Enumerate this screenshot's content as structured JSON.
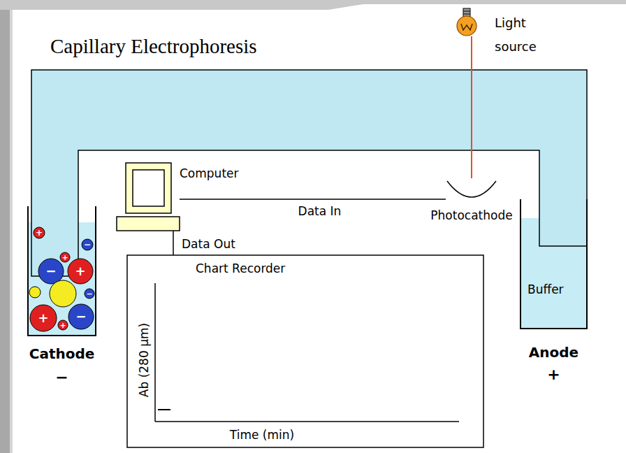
{
  "diagram": {
    "title": "Capillary Electrophoresis",
    "nodes": [
      {
        "text": [
          "Light source"
        ]
      },
      {
        "text": [
          "Computer"
        ]
      },
      {
        "text": [
          "Photocathode"
        ]
      },
      {
        "text": [
          "Cathode",
          "−"
        ]
      },
      {
        "text": [
          "Buffer",
          "Anode",
          "+"
        ]
      },
      {
        "text": [
          "Chart Recorder"
        ]
      }
    ],
    "edges": [
      {
        "from": 0,
        "to": 2,
        "arrow": "none"
      },
      {
        "from": 1,
        "to": 2,
        "label": "Data In",
        "arrow": "none"
      },
      {
        "from": 1,
        "to": 5,
        "label": "Data Out",
        "arrow": "none"
      }
    ],
    "labels": [
      "Ab (280 µm)",
      "Time (min)",
      "+",
      "−",
      "−",
      "+",
      "+",
      "−",
      "+",
      "+",
      "−"
    ]
  }
}
